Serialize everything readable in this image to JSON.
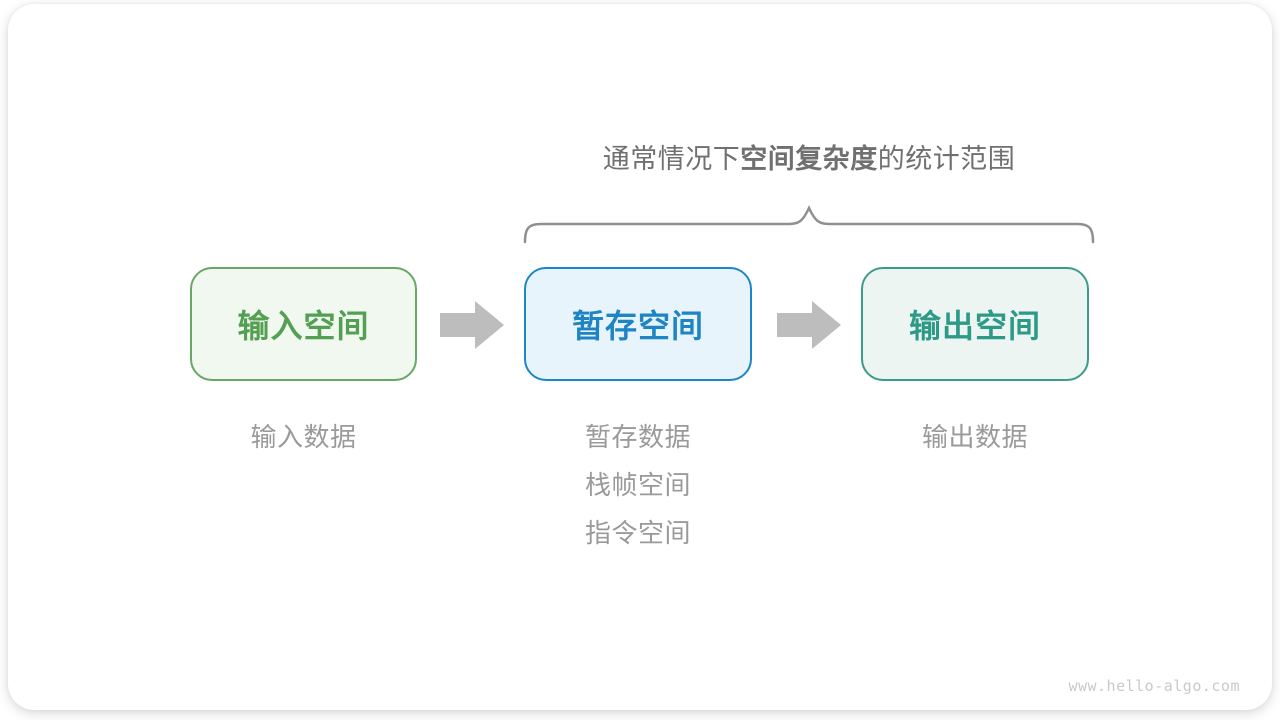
{
  "title": {
    "prefix": "通常情况下",
    "emphasis": "空间复杂度",
    "suffix": "的统计范围"
  },
  "boxes": {
    "input": {
      "label": "输入空间"
    },
    "temp": {
      "label": "暂存空间"
    },
    "output": {
      "label": "输出空间"
    }
  },
  "captions": {
    "input": [
      "输入数据"
    ],
    "temp": [
      "暂存数据",
      "栈帧空间",
      "指令空间"
    ],
    "output": [
      "输出数据"
    ]
  },
  "watermark": "www.hello-algo.com",
  "colors": {
    "input_border": "#68a765",
    "input_fill": "#f1f8ef",
    "input_text": "#53a053",
    "temp_border": "#1d86c8",
    "temp_fill": "#e8f4fb",
    "temp_text": "#1e84c4",
    "output_border": "#3d9b8b",
    "output_fill": "#ecf5f2",
    "output_text": "#2d9a88",
    "arrow": "#bdbdbd",
    "brace": "#909090",
    "title_text": "#707070",
    "caption_text": "#9a9a9a",
    "watermark_text": "#c9c9c9"
  }
}
